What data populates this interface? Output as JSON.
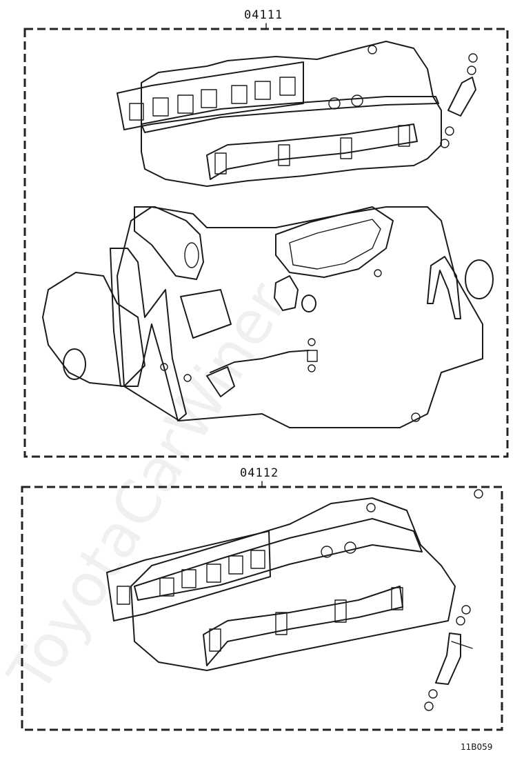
{
  "diagram": {
    "groups": [
      {
        "part_number": "04111"
      },
      {
        "part_number": "04112"
      }
    ],
    "figure_code": "11B059",
    "watermark": "ToyotaCarWiner"
  }
}
